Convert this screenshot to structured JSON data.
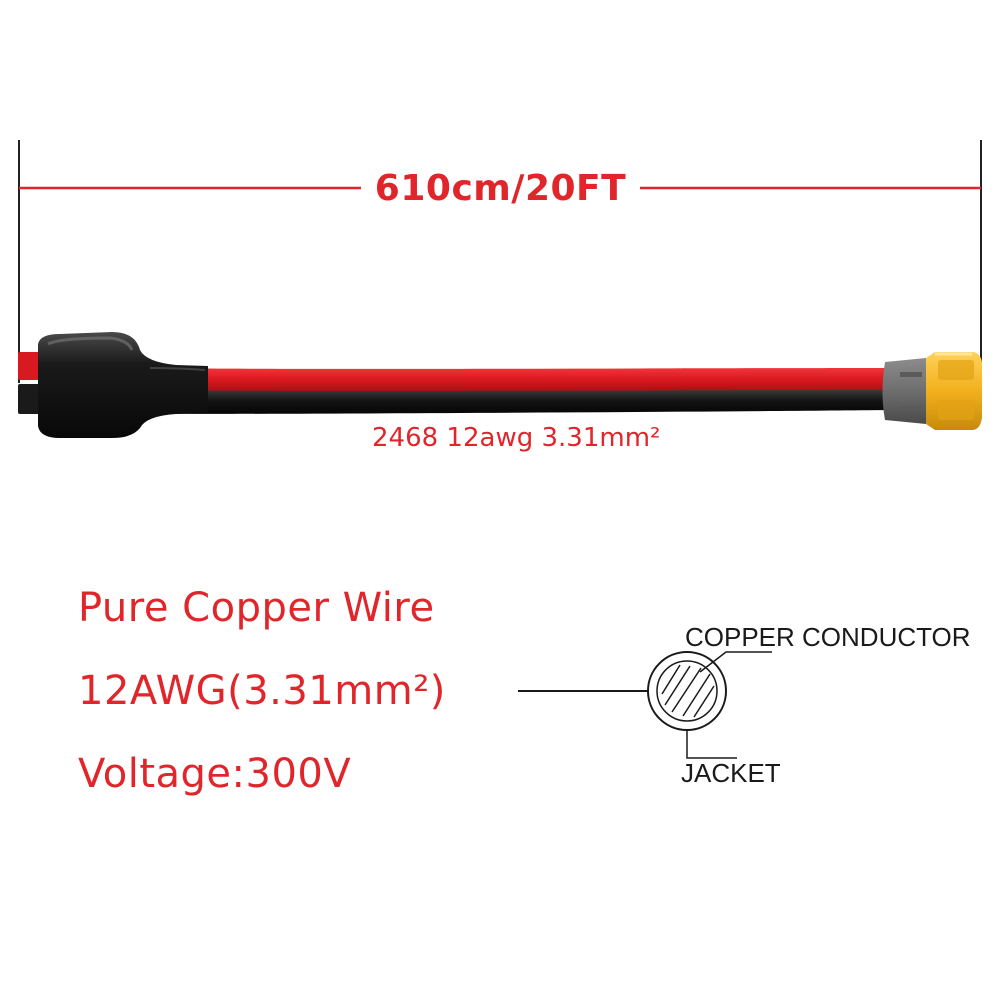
{
  "length_label": "610cm/20FT",
  "cable_spec": "2468 12awg 3.31mm²",
  "features": {
    "line1": "Pure Copper Wire",
    "line2": "12AWG(3.31mm²)",
    "line3": "Voltage:300V"
  },
  "cross_section": {
    "conductor_label": "COPPER CONDUCTOR",
    "jacket_label": "JACKET"
  },
  "colors": {
    "accent_red": "#e0262b",
    "wire_red": "#d8191f",
    "wire_black": "#141414",
    "connector_yellow": "#f2b01e",
    "connector_gray": "#6e6e6e"
  }
}
